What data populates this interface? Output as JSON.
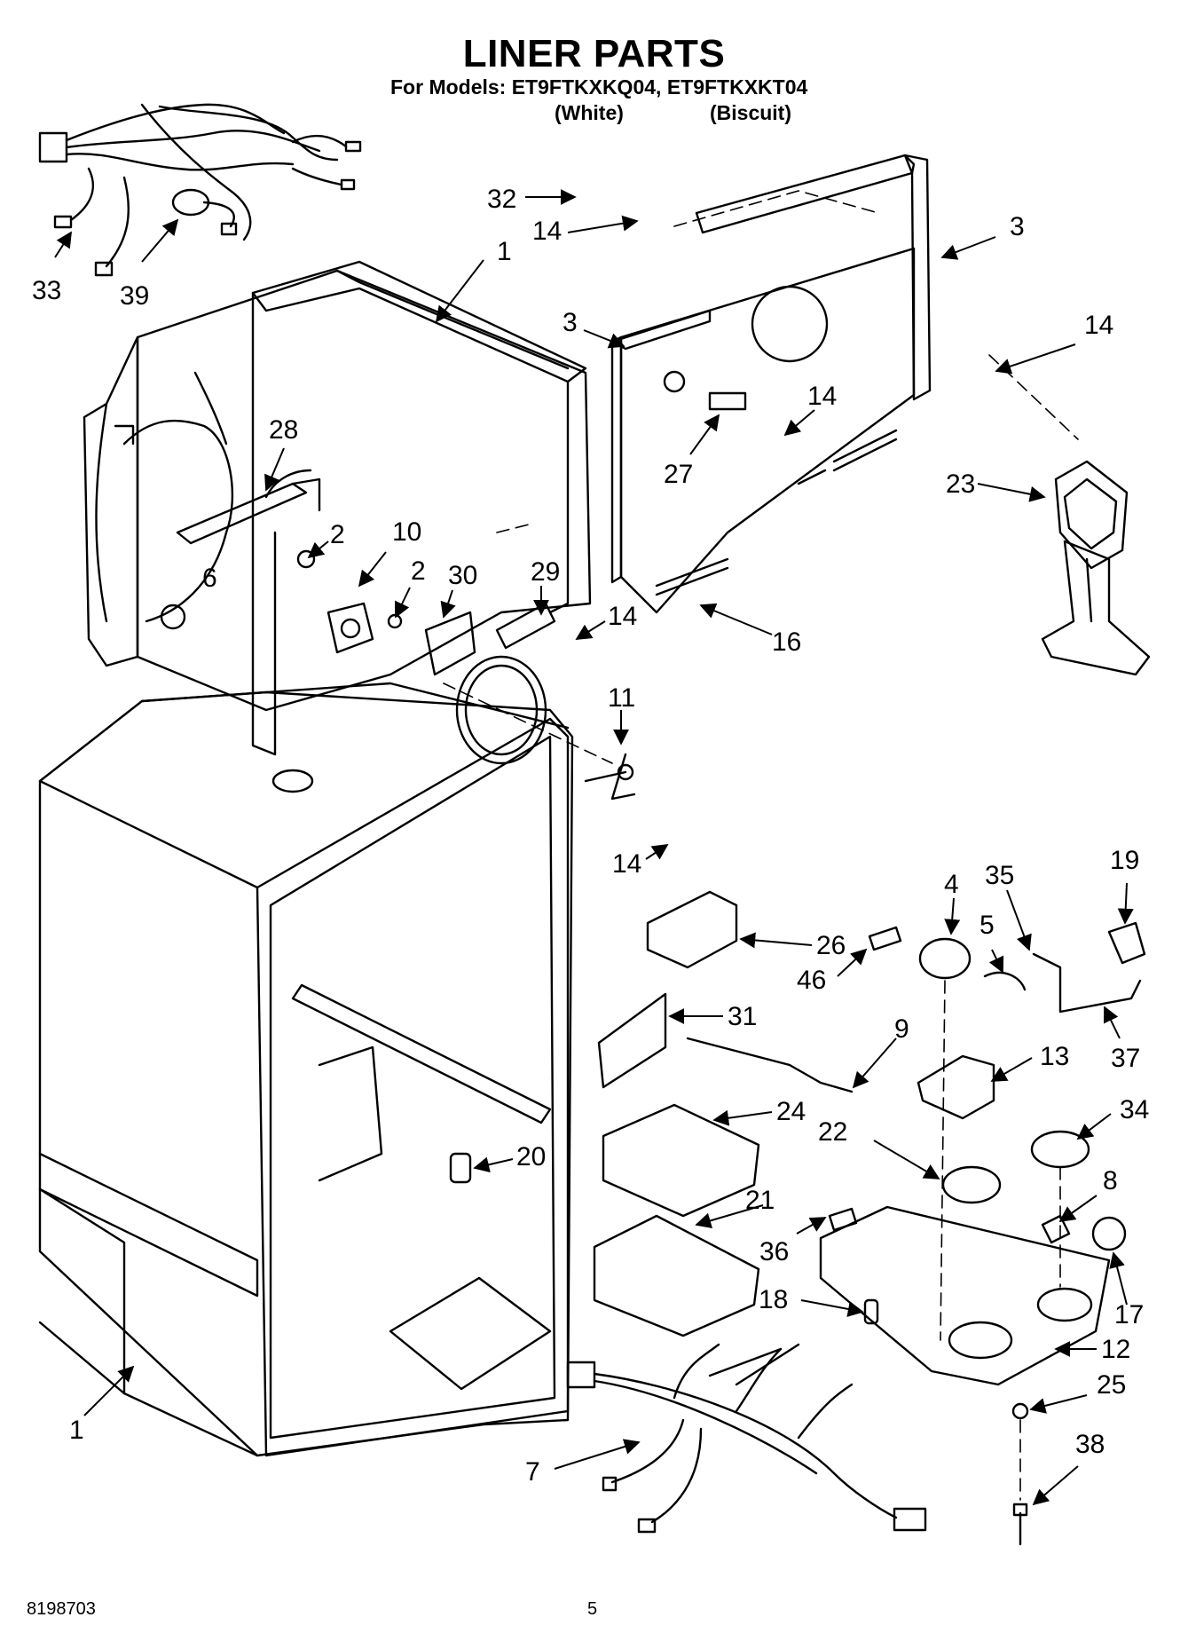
{
  "header": {
    "title": "LINER PARTS",
    "models_line": "For Models: ET9FTKXKQ04, ET9FTKXKT04",
    "variant_white": "(White)",
    "variant_biscuit": "(Biscuit)"
  },
  "footer": {
    "doc_number": "8198703",
    "page_number": "5"
  },
  "callouts": [
    {
      "id": "c32",
      "label": "32"
    },
    {
      "id": "c14a",
      "label": "14"
    },
    {
      "id": "c3a",
      "label": "3"
    },
    {
      "id": "c33",
      "label": "33"
    },
    {
      "id": "c39",
      "label": "39"
    },
    {
      "id": "c1a",
      "label": "1"
    },
    {
      "id": "c3b",
      "label": "3"
    },
    {
      "id": "c14b",
      "label": "14"
    },
    {
      "id": "c14c",
      "label": "14"
    },
    {
      "id": "c28",
      "label": "28"
    },
    {
      "id": "c27",
      "label": "27"
    },
    {
      "id": "c23",
      "label": "23"
    },
    {
      "id": "c2a",
      "label": "2"
    },
    {
      "id": "c10",
      "label": "10"
    },
    {
      "id": "c2b",
      "label": "2"
    },
    {
      "id": "c30",
      "label": "30"
    },
    {
      "id": "c29",
      "label": "29"
    },
    {
      "id": "c6",
      "label": "6"
    },
    {
      "id": "c14d",
      "label": "14"
    },
    {
      "id": "c16",
      "label": "16"
    },
    {
      "id": "c11",
      "label": "11"
    },
    {
      "id": "c14e",
      "label": "14"
    },
    {
      "id": "c4",
      "label": "4"
    },
    {
      "id": "c35",
      "label": "35"
    },
    {
      "id": "c19",
      "label": "19"
    },
    {
      "id": "c26",
      "label": "26"
    },
    {
      "id": "c5",
      "label": "5"
    },
    {
      "id": "c46",
      "label": "46"
    },
    {
      "id": "c31",
      "label": "31"
    },
    {
      "id": "c9",
      "label": "9"
    },
    {
      "id": "c13",
      "label": "13"
    },
    {
      "id": "c37",
      "label": "37"
    },
    {
      "id": "c24",
      "label": "24"
    },
    {
      "id": "c34",
      "label": "34"
    },
    {
      "id": "c22",
      "label": "22"
    },
    {
      "id": "c20",
      "label": "20"
    },
    {
      "id": "c8",
      "label": "8"
    },
    {
      "id": "c21",
      "label": "21"
    },
    {
      "id": "c36",
      "label": "36"
    },
    {
      "id": "c17",
      "label": "17"
    },
    {
      "id": "c18",
      "label": "18"
    },
    {
      "id": "c12",
      "label": "12"
    },
    {
      "id": "c25",
      "label": "25"
    },
    {
      "id": "c1b",
      "label": "1"
    },
    {
      "id": "c38",
      "label": "38"
    },
    {
      "id": "c7",
      "label": "7"
    }
  ]
}
